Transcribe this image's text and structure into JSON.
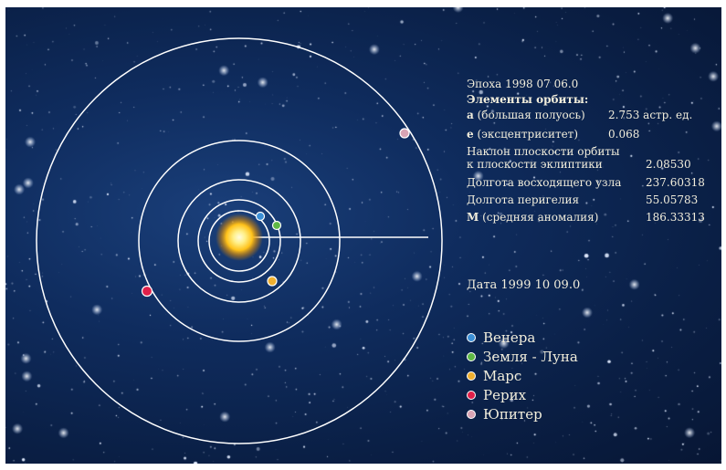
{
  "epoch": "Эпоха 1998  07  06.0",
  "elements_title": "Элементы орбиты:",
  "params": [
    {
      "symbol": "а",
      "label": "(большая полуось)",
      "value": "2.753 астр. ед."
    },
    {
      "symbol": "е",
      "label": "(эксцентриситет)",
      "value": "0.068"
    }
  ],
  "inclination_line1": "Наклон плоскости орбиты",
  "inclination_line2": "к плоскости эклиптики",
  "inclination_value": "2.08530",
  "node_label": "Долгота восходящего узла",
  "node_value": "237.60318",
  "perihelion_label": "Долгота перигелия",
  "perihelion_value": "55.05783",
  "anomaly_symbol": "М",
  "anomaly_label": "(средняя аномалия)",
  "anomaly_value": "186.33313",
  "date": "Дата  1999  10  09.0",
  "legend": [
    {
      "label": "Венера",
      "color": "#3b8fd6"
    },
    {
      "label": "Земля - Луна",
      "color": "#5fb845"
    },
    {
      "label": "Марс",
      "color": "#f0b030"
    },
    {
      "label": "Рерих",
      "color": "#e0204a"
    },
    {
      "label": "Юпитер",
      "color": "#d9a4b4"
    }
  ],
  "colors": {
    "orbit": "#ffffff",
    "sun_core": "#fff3a0",
    "sun_glow": "#ffb400",
    "text": "#f2eedc"
  }
}
